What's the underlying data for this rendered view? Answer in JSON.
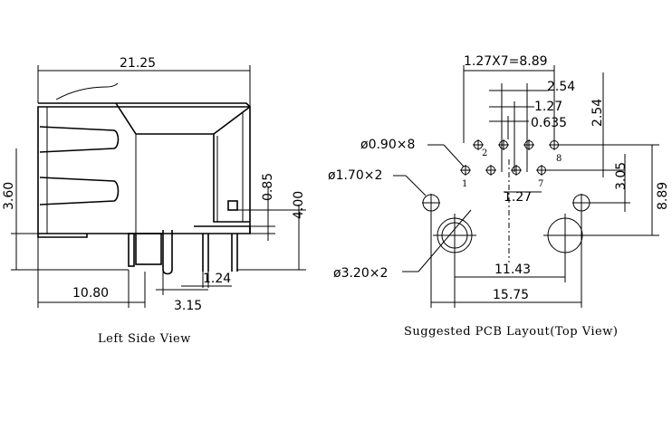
{
  "side_view": {
    "caption": "Left Side View",
    "dims": {
      "overall_length": "21.25",
      "height": "3.60",
      "led_offset": "0.85",
      "body_height": "4.00",
      "front_to_pin": "10.80",
      "pin_pitch": "3.15",
      "pin_offset": "1.24"
    }
  },
  "pcb_view": {
    "caption": "Suggested PCB Layout(Top View)",
    "dims": {
      "pin_pitch_total": "1.27X7=8.89",
      "row_pitch_254": "2.54",
      "pin_127": "1.27",
      "pin_0635": "0.635",
      "row_pitch_vertical": "2.54",
      "row_to_post": "3.05",
      "overall_vertical": "8.89",
      "pin_127_lower": "1.27",
      "post_spacing": "11.43",
      "outer_spacing": "15.75"
    },
    "holes": {
      "signal": "ø0.90×8",
      "led": "ø1.70×2",
      "post": "ø3.20×2"
    },
    "pin_labels": [
      "1",
      "2",
      "7",
      "8"
    ]
  }
}
